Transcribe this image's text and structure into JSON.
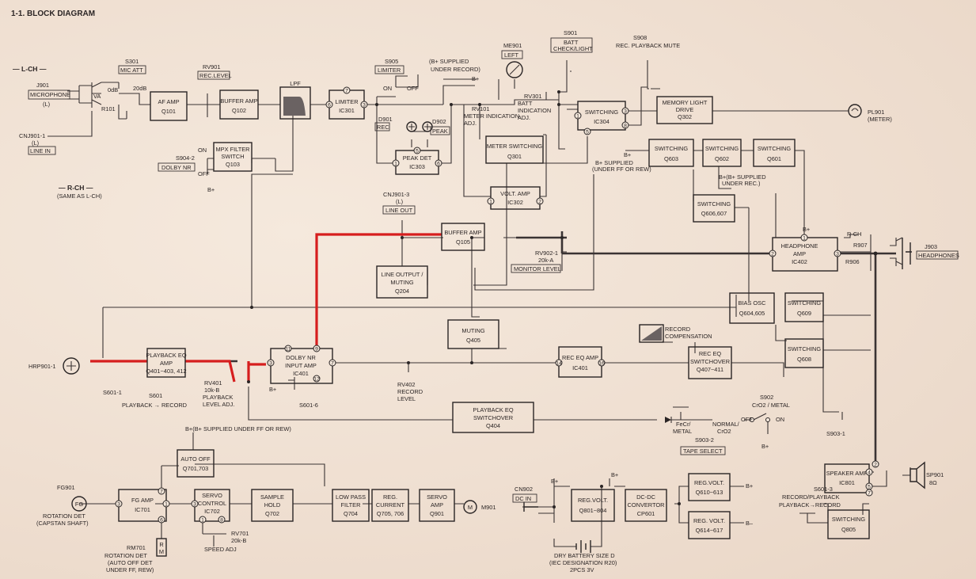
{
  "page": {
    "title": "1-1.  BLOCK DIAGRAM"
  },
  "channels": {
    "left": "— L-CH —",
    "right": "— R-CH —",
    "right_note": "(SAME AS L-CH)"
  },
  "blocks": {
    "af_amp": [
      "AF AMP",
      "Q101"
    ],
    "buffer_amp_q102": [
      "BUFFER AMP",
      "Q102"
    ],
    "lpf": [
      "LPF"
    ],
    "limiter": [
      "LIMITER",
      "IC301"
    ],
    "mpx_filter": [
      "MPX FILTER",
      "SWITCH",
      "Q103"
    ],
    "peak_det": [
      "PEAK DET",
      "IC303"
    ],
    "meter_switching": [
      "METER SWITCHING",
      "Q301"
    ],
    "volt_amp": [
      "VOLT. AMP",
      "IC302"
    ],
    "switching_ic304": [
      "SWITCHING",
      "IC304"
    ],
    "memory_light": [
      "MEMORY LIGHT",
      "DRIVE",
      "Q302"
    ],
    "switching_q603": [
      "SWITCHING",
      "Q603"
    ],
    "switching_q602": [
      "SWITCHING",
      "Q602"
    ],
    "switching_q601": [
      "SWITCHING",
      "Q601"
    ],
    "switching_q606": [
      "SWITCHING",
      "Q606,607"
    ],
    "buffer_amp_q105": [
      "BUFFER AMP",
      "Q105"
    ],
    "line_output": [
      "LINE OUTPUT /",
      "MUTING",
      "Q204"
    ],
    "headphone_amp": [
      "HEADPHONE",
      "AMP",
      "IC402"
    ],
    "playback_eq": [
      "PLAYBACK EQ",
      "AMP",
      "Q401~403, 412"
    ],
    "dolby_nr": [
      "DOLBY NR",
      "INPUT AMP",
      "IC401"
    ],
    "muting_q405": [
      "MUTING",
      "Q405"
    ],
    "rec_eq_amp": [
      "REC EQ AMP",
      "IC401"
    ],
    "rec_eq_switchover": [
      "REC EQ",
      "SWITCHOVER",
      "Q407~411"
    ],
    "bias_osc": [
      "BIAS OSC",
      "Q604,605"
    ],
    "switching_q609": [
      "SWITCHING",
      "Q609"
    ],
    "switching_q608": [
      "SWITCHING",
      "Q608"
    ],
    "playback_eq_switchover": [
      "PLAYBACK EQ",
      "SWITCHOVER",
      "Q404"
    ],
    "auto_off": [
      "AUTO OFF",
      "Q701,703"
    ],
    "fg_amp": [
      "FG AMP",
      "IC701"
    ],
    "servo_control": [
      "SERVO",
      "CONTROL",
      "IC702"
    ],
    "sample_hold": [
      "SAMPLE",
      "HOLD",
      "Q702"
    ],
    "low_pass_filter": [
      "LOW PASS",
      "FILTER",
      "Q704"
    ],
    "reg_current": [
      "REG.",
      "CURRENT",
      "Q705, 706"
    ],
    "servo_amp": [
      "SERVO",
      "AMP",
      "Q901"
    ],
    "reg_volt_q801": [
      "REG.VOLT.",
      "Q801~804"
    ],
    "dc_dc": [
      "DC-DC",
      "CONVERTOR",
      "CP601"
    ],
    "reg_volt_q610": [
      "REG.VOLT.",
      "Q610~613"
    ],
    "reg_volt_q614": [
      "REG. VOLT.",
      "Q614~617"
    ],
    "speaker_amp": [
      "SPEAKER AMP",
      "IC801"
    ],
    "switching_q805": [
      "SWITCHING",
      "Q805"
    ]
  },
  "labels": {
    "j901": "J901",
    "microphone": "MICROPHONE",
    "l": "(L)",
    "s301": "S301",
    "mic_att": "MIC ATT",
    "db0": "0dB",
    "db20": "20dB",
    "r101": "R101",
    "va": "VA",
    "cnj901_1": "CNJ901-1",
    "line_in": "LINE IN",
    "rv901": "RV901",
    "rec_level": "REC.LEVEL",
    "s905": "S905",
    "limiter": "LIMITER",
    "on": "ON",
    "off": "OFF",
    "bplus_rec": "(B+ SUPPLIED",
    "bplus_rec2": "UNDER RECORD)",
    "bplus": "B+",
    "bminus": "B–",
    "me901": "ME901",
    "left": "LEFT",
    "s901": "S901",
    "batt": "BATT",
    "check_light": "CHECK/LIGHT",
    "s908": "S908",
    "rec_pb_mute": "REC. PLAYBACK MUTE",
    "rv101": "RV101",
    "meter_adj": "METER INDICATION",
    "adj": "ADJ.",
    "rv301": "RV301",
    "batt_ind": "BATT",
    "indication": "INDICATION",
    "adj2": "ADJ.",
    "d901": "D901",
    "rec": "REC",
    "d902": "D902",
    "peak": "PEAK",
    "s904": "S904-2",
    "dolby_nr": "DOLBY NR",
    "pl901": "PL901",
    "meter": "(METER)",
    "bplus_ff": "B+ SUPPLIED",
    "bplus_ff2": "(UNDER FF OR REW)",
    "bplus_rec3": "B+(B+ SUPPLIED",
    "bplus_rec4": "UNDER REC.)",
    "cnj901_3": "CNJ901-3",
    "line_out": "LINE OUT",
    "rv902": "RV902-1",
    "rv902_val": "20k-A",
    "monitor_level": "MONITOR LEVEL",
    "rch": "R-CH",
    "r907": "R907",
    "r906": "R906",
    "j903": "J903",
    "headphones": "HEADPHONES",
    "rec_comp": "RECORD",
    "rec_comp2": "COMPENSATION",
    "hrp901": "HRP901-1",
    "s601_1": "S601-1",
    "s601": "S601",
    "pb_rec": "PLAYBACK → RECORD",
    "rv401": "RV401",
    "rv401_val": "10k-B",
    "pb_level": "PLAYBACK",
    "pb_level2": "LEVEL ADJ.",
    "s601_6": "S601-6",
    "rv402": "RV402",
    "rv402_rec": "RECORD",
    "rv402_level": "LEVEL",
    "s902": "S902",
    "cro2": "CrO2 / METAL",
    "fecr": "FeCr/",
    "metal": "METAL",
    "normal": "NORMAL/",
    "cro2b": "CrO2",
    "s903_2": "S903-2",
    "tape_select": "TAPE SELECT",
    "s903_1": "S903-1",
    "bplus_ffrew": "B+(B+ SUPPLIED UNDER FF OR REW)",
    "fg901": "FG901",
    "rot_det": "ROTATION DET",
    "capstan": "(CAPSTAN SHAFT)",
    "fg": "FG",
    "rm701": "RM701",
    "rm701_a": "ROTATION DET",
    "rm701_b": "(AUTO OFF DET",
    "rm701_c": "UNDER FF, REW)",
    "rm_r": "R",
    "rm_m": "M",
    "rv701": "RV701",
    "rv701_val": "20k-B",
    "speed_adj": "SPEED ADJ",
    "m901": "M901",
    "m": "M",
    "cn902": "CN902",
    "dc_in": "DC IN",
    "battery": "DRY BATTERY SIZE D",
    "battery2": "(IEC DESIGNATION R20)",
    "battery3": "2PCS  3V",
    "sp901": "SP901",
    "ohm": "8Ω",
    "s601_3": "S601-3",
    "rec_pb": "RECORD/PLAYBACK",
    "pb_rec2": "PLAYBACK→RECORD"
  }
}
